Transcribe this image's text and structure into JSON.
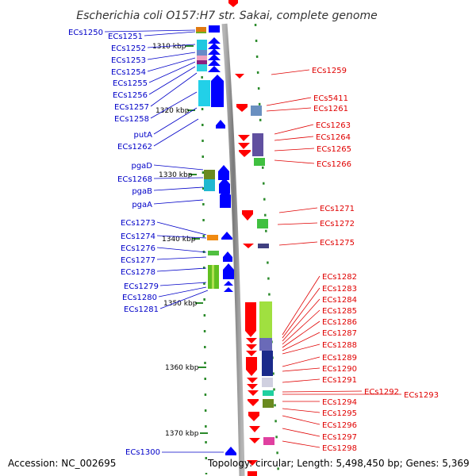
{
  "title": "Escherichia coli O157:H7 str. Sakai, complete genome",
  "footer": {
    "accession": "Accession: NC_002695",
    "topology": "Topology: circular; Length: 5,498,450 bp; Genes: 5,369"
  },
  "ticks": [
    "1310 kbp",
    "1320 kbp",
    "1330 kbp",
    "1340 kbp",
    "1350 kbp",
    "1360 kbp",
    "1370 kbp"
  ],
  "left_genes": [
    "ECs1250",
    "ECs1251",
    "ECs1252",
    "ECs1253",
    "ECs1254",
    "ECs1255",
    "ECs1256",
    "ECs1257",
    "ECs1258",
    "putA",
    "ECs1262",
    "pgaD",
    "ECs1268",
    "pgaB",
    "pgaA",
    "ECs1273",
    "ECs1274",
    "ECs1276",
    "ECs1277",
    "ECs1278",
    "ECs1279",
    "ECs1280",
    "ECs1281",
    "ECs1300"
  ],
  "right_genes": [
    "ECs1259",
    "ECs5411",
    "ECs1261",
    "ECs1263",
    "ECs1264",
    "ECs1265",
    "ECs1266",
    "ECs1271",
    "ECs1272",
    "ECs1275",
    "ECs1282",
    "ECs1283",
    "ECs1284",
    "ECs1285",
    "ECs1286",
    "ECs1287",
    "ECs1288",
    "ECs1289",
    "ECs1290",
    "ECs1291",
    "ECs1292",
    "ECs1293",
    "ECs1294",
    "ECs1295",
    "ECs1296",
    "ECs1297",
    "ECs1298"
  ],
  "colors": {
    "forward": "#0000ff",
    "reverse": "#ff0000",
    "left_label": "#0000c8",
    "right_label": "#e00000",
    "tick_green": "#2a8a2a",
    "backbone": "#888888"
  }
}
